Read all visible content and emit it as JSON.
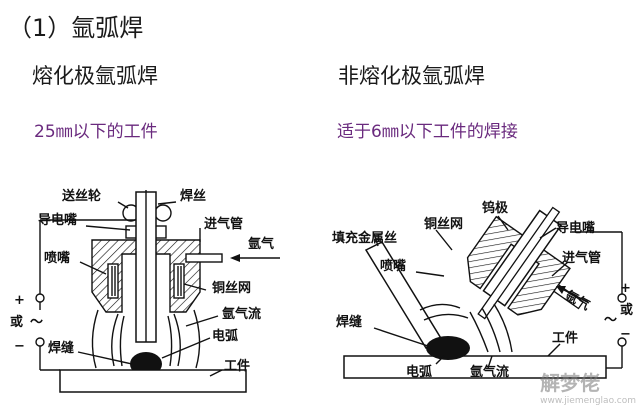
{
  "header": {
    "title": "（1）氩弧焊"
  },
  "left": {
    "subtitle": "熔化极氩弧焊",
    "note": "25㎜以下的工件",
    "labels": {
      "wire_feed_wheel": "送丝轮",
      "welding_wire": "焊丝",
      "contact_tip": "导电嘴",
      "gas_inlet": "进气管",
      "argon": "氩气",
      "nozzle": "喷嘴",
      "copper_mesh": "铜丝网",
      "argon_flow": "氩气流",
      "arc": "电弧",
      "weld_seam": "焊缝",
      "workpiece": "工件",
      "or": "或",
      "plus": "+",
      "minus": "−",
      "tilde": "～"
    }
  },
  "right": {
    "subtitle": "非熔化极氩弧焊",
    "note": "适于6㎜以下工件的焊接",
    "labels": {
      "tungsten": "钨极",
      "copper_mesh": "铜丝网",
      "contact_tip": "导电嘴",
      "filler_wire": "填充金属丝",
      "nozzle": "喷嘴",
      "gas_inlet": "进气管",
      "argon": "氩气",
      "weld_seam": "焊缝",
      "workpiece": "工件",
      "arc": "电弧",
      "argon_flow": "氩气流",
      "or": "或",
      "plus": "+",
      "minus": "−",
      "tilde": "～"
    }
  },
  "watermark": {
    "name": "解梦佬",
    "url": "www.jiemenglao.com"
  }
}
